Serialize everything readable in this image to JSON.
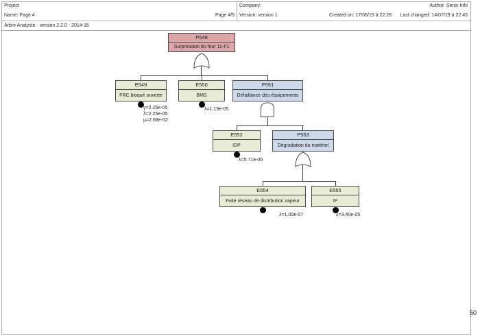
{
  "header": {
    "project": "Project",
    "name": "Name: Page 4",
    "page": "Page 4/5",
    "company": "Company:",
    "version": "Version: version 1",
    "created": "Created on: 17/06/19 à 22:28",
    "author": "Author: Senis Info",
    "last_changed": "Last changed: 14/07/19 à 22:45",
    "app_info": "Arbre Analyste - version 2.2.0 - 2014-16"
  },
  "margin": {
    "page_number": "50"
  },
  "colors": {
    "top_event_fill": "#dda7aa",
    "basic_event_fill": "#e9ecd5",
    "intermediate_event_fill": "#cdd9e9",
    "box_border": "#4a4a4a",
    "line_color": "#3a3a3a"
  },
  "tree": {
    "nodes": {
      "p548": {
        "id": "P548",
        "desc": "Surpression du four 11-F1",
        "gate": "or"
      },
      "e549": {
        "id": "E549",
        "desc": "FRC bloqué ouverte",
        "params": [
          "γ=2.25e-05",
          "λ=2.25e-05",
          "μ=2.68e-02"
        ]
      },
      "e550": {
        "id": "E550",
        "desc": "BMS",
        "params": [
          "λ=1.19e-05"
        ]
      },
      "p551": {
        "id": "P551",
        "desc": "Défaillance des équipements",
        "gate": "and"
      },
      "e552": {
        "id": "E552",
        "desc": "IDP",
        "params": [
          "λ=5.71e-06"
        ]
      },
      "p553": {
        "id": "P553",
        "desc": "Dégradation du matériel",
        "gate": "or"
      },
      "e554": {
        "id": "E554",
        "desc": "Fuite réseau de distribution vapeur",
        "params": [
          "λ=1.00e-07"
        ]
      },
      "e555": {
        "id": "E555",
        "desc": "IF",
        "params": [
          "λ=3.40e-05"
        ]
      }
    }
  }
}
